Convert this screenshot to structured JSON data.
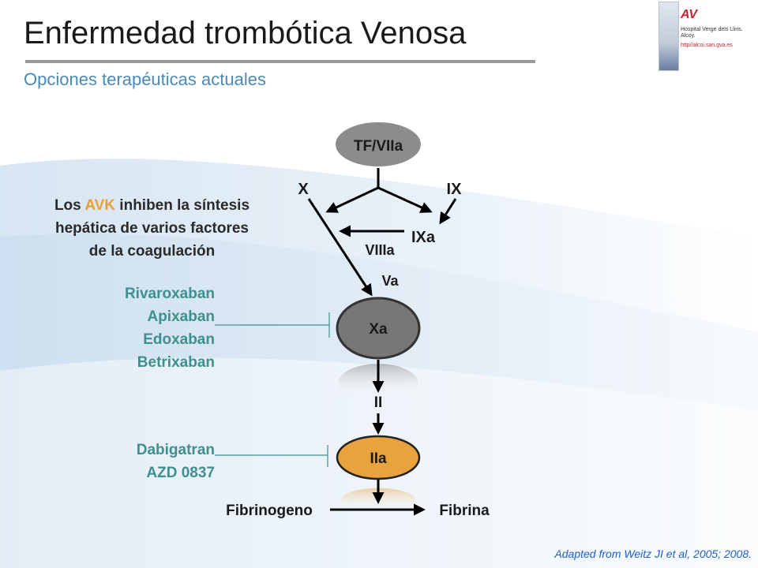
{
  "header": {
    "title": "Enfermedad trombótica Venosa",
    "subtitle": "Opciones terapéuticas actuales"
  },
  "logo": {
    "mark": "AV",
    "hospital_line1": "Hospital Verge dels Lliris.",
    "hospital_line2": "Alcoy.",
    "url": "http//alcoi.san.gva.es"
  },
  "avk_note": {
    "line1_before": "Los ",
    "line1_highlight": "AVK",
    "line1_after": " inhiben la síntesis",
    "line2": "hepática de varios factores",
    "line3": "de la coagulación"
  },
  "xa_inhibitors": [
    "Rivaroxaban",
    "Apixaban",
    "Edoxaban",
    "Betrixaban"
  ],
  "iia_inhibitors": [
    "Dabigatran",
    "AZD 0837"
  ],
  "pathway": {
    "tf": "TF/VIIa",
    "x": "X",
    "ix": "IX",
    "ixa": "IXa",
    "viiia": "VIIIa",
    "va": "Va",
    "xa": "Xa",
    "ii": "II",
    "iia": "IIa",
    "fibrinogen": "Fibrinogeno",
    "fibrin": "Fibrina"
  },
  "reference": "Adapted from Weitz JI et al, 2005; 2008.",
  "colors": {
    "title_rule": "#9a9a9a",
    "subtitle": "#4a89b8",
    "avk_highlight": "#e8a030",
    "drug_text": "#3e8f8f",
    "tf_node": "#8c8c8c",
    "xa_node": "#777777",
    "iia_node": "#e8a33c",
    "reference": "#2060c0"
  }
}
